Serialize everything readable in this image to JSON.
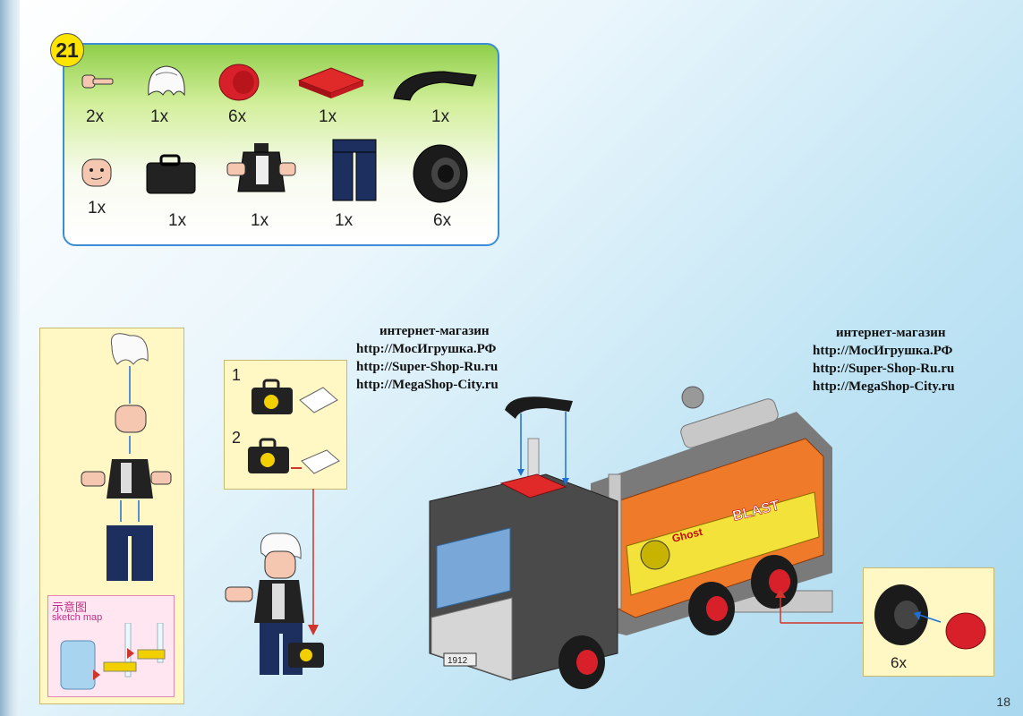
{
  "step": {
    "number": "21"
  },
  "parts_top": [
    {
      "icon": "hand-connector-icon",
      "qty": "2x"
    },
    {
      "icon": "white-hair-icon",
      "qty": "1x"
    },
    {
      "icon": "red-rim-icon",
      "qty": "6x"
    },
    {
      "icon": "red-tile-icon",
      "qty": "1x"
    },
    {
      "icon": "black-curved-slope-icon",
      "qty": "1x"
    }
  ],
  "parts_bottom": [
    {
      "icon": "minifig-head-icon",
      "qty": "1x"
    },
    {
      "icon": "black-case-icon",
      "qty": "1x"
    },
    {
      "icon": "minifig-torso-icon",
      "qty": "1x"
    },
    {
      "icon": "minifig-legs-icon",
      "qty": "1x"
    },
    {
      "icon": "black-tire-icon",
      "qty": "6x"
    }
  ],
  "sketch": {
    "title_cn": "示意图",
    "title_en": "sketch map"
  },
  "case_steps": {
    "one": "1",
    "two": "2"
  },
  "shop_left": {
    "line1": "интернет-магазин",
    "line2": "http://МосИгрушка.РФ",
    "line3": "http://Super-Shop-Ru.ru",
    "line4": "http://MegaShop-City.ru"
  },
  "shop_right": {
    "line1": "интернет-магазин",
    "line2": "http://МосИгрушка.РФ",
    "line3": "http://Super-Shop-Ru.ru",
    "line4": "http://MegaShop-City.ru"
  },
  "truck": {
    "plate": "1912",
    "logo_blast": "BLAST",
    "logo_ghost": "Ghost"
  },
  "wheel_assembly": {
    "qty": "6x"
  },
  "page": {
    "number": "18"
  },
  "colors": {
    "accent_blue": "#3b8ed6",
    "arrow_red": "#d0342c",
    "arrow_blue": "#1f6fd6",
    "panel_yellow": "#fff7c4"
  }
}
